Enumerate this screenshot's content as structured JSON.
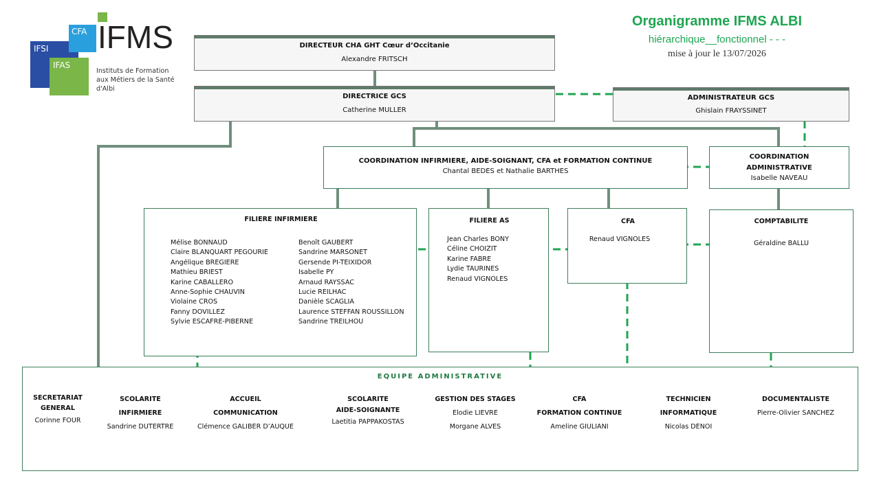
{
  "logo": {
    "ifsi": "IFSI",
    "cfa": "CFA",
    "ifas": "IFAS",
    "brand": "IFMS",
    "subtitle_lines": [
      "Instituts de Formation",
      "aux Métiers de la Santé",
      "d'Albi"
    ]
  },
  "header": {
    "title": "Organigramme IFMS ALBI",
    "legend": "hiérarchique__fonctionnel - - -",
    "updated": "mise à jour le 13/07/2026"
  },
  "directeur": {
    "title": "DIRECTEUR CHA GHT Cœur d’Occitanie",
    "name": "Alexandre  FRITSCH"
  },
  "directrice": {
    "title": "DIRECTRICE GCS",
    "name": "Catherine MULLER"
  },
  "administrateur": {
    "title": "ADMINISTRATEUR GCS",
    "name": "Ghislain FRAYSSINET"
  },
  "coordination": {
    "title": "COORDINATION INFIRMIERE, AIDE-SOIGNANT, CFA et FORMATION CONTINUE",
    "name": "Chantal BEDES et Nathalie BARTHES"
  },
  "coord_admin": {
    "title_line1": "COORDINATION",
    "title_line2": "ADMINISTRATIVE",
    "name": "Isabelle NAVEAU"
  },
  "filiere_infirmiere": {
    "title": "FILIERE INFIRMIERE",
    "col1": [
      "Mélise BONNAUD",
      "Claire BLANQUART PEGOURIE",
      "Angélique BREGIERE",
      "Mathieu BRIEST",
      "Karine CABALLERO",
      "Anne-Sophie CHAUVIN",
      "Violaine CROS",
      "Fanny DOVILLEZ",
      "Sylvie ESCAFRE-PIBERNE"
    ],
    "col2": [
      "Benoît GAUBERT",
      "Sandrine MARSONET",
      "Gersende PI-TEIXIDOR",
      "Isabelle PY",
      "Arnaud RAYSSAC",
      "Lucie REILHAC",
      "Danièle SCAGLIA",
      "Laurence STEFFAN ROUSSILLON",
      "Sandrine TREILHOU"
    ]
  },
  "filiere_as": {
    "title": "FILIERE AS",
    "names": [
      "Jean Charles BONY",
      "Céline CHOIZIT",
      "Karine FABRE",
      "Lydie TAURINES",
      "Renaud VIGNOLES"
    ]
  },
  "cfa": {
    "title": "CFA",
    "name": "Renaud VIGNOLES"
  },
  "comptabilite": {
    "title": "COMPTABILITE",
    "name": "Géraldine BALLU"
  },
  "equipe": {
    "title": "EQUIPE ADMINISTRATIVE",
    "services": [
      {
        "title_lines": [
          "SECRETARIAT",
          "GENERAL"
        ],
        "names": [
          "Corinne FOUR"
        ]
      },
      {
        "title_lines": [
          "SCOLARITE",
          "INFIRMIERE"
        ],
        "names": [
          "Sandrine DUTERTRE"
        ]
      },
      {
        "title_lines": [
          "ACCUEIL",
          "COMMUNICATION"
        ],
        "names": [
          "Clémence GALIBER D’AUQUE"
        ]
      },
      {
        "title_lines": [
          "SCOLARITE",
          "AIDE-SOIGNANTE"
        ],
        "names": [
          "Laetitia PAPPAKOSTAS"
        ]
      },
      {
        "title_lines": [
          "GESTION DES STAGES"
        ],
        "names": [
          "Elodie LIEVRE",
          "Morgane ALVES"
        ]
      },
      {
        "title_lines": [
          "CFA",
          "FORMATION CONTINUE"
        ],
        "names": [
          "Ameline GIULIANI"
        ]
      },
      {
        "title_lines": [
          "TECHNICIEN",
          "INFORMATIQUE"
        ],
        "names": [
          "Nicolas DENOI"
        ]
      },
      {
        "title_lines": [
          "DOCUMENTALISTE"
        ],
        "names": [
          "Pierre-Olivier SANCHEZ"
        ]
      }
    ]
  },
  "colors": {
    "hierarchy_line": "#6f8f7c",
    "functional_line": "#1fa552",
    "title_green": "#1fa552",
    "ifsi_blue": "#2a4ea3",
    "cfa_blue": "#2a9fde",
    "ifas_green": "#7ab648"
  }
}
